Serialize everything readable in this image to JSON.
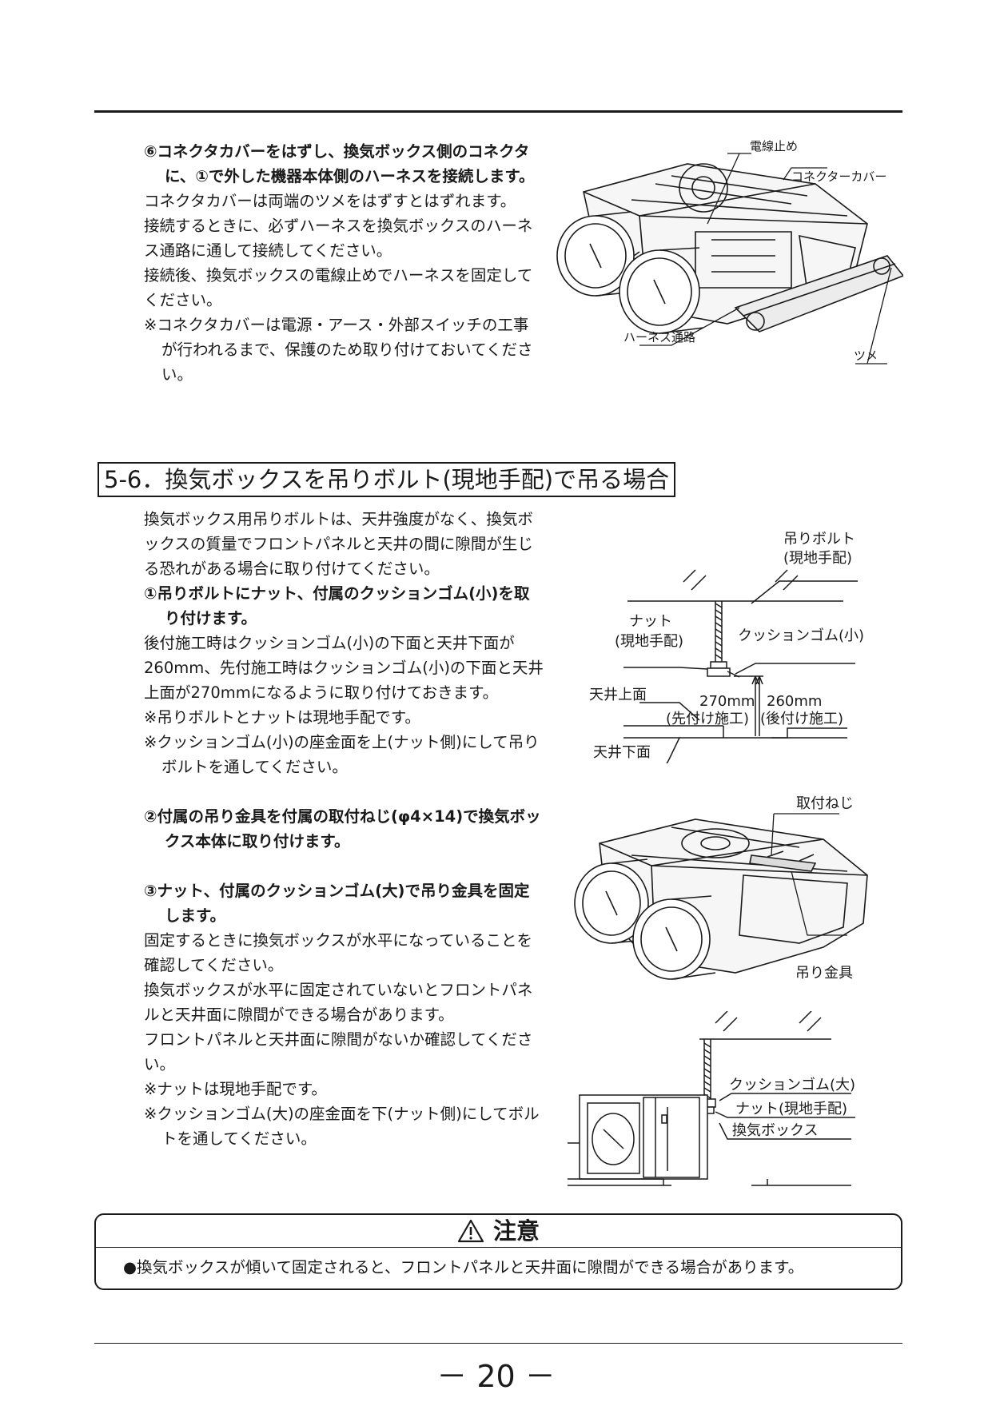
{
  "step6": {
    "head": "⑥コネクタカバーをはずし、換気ボックス側のコネクタに、①で外した機器本体側のハーネスを接続します。",
    "p1": "コネクタカバーは両端のツメをはずすとはずれます。",
    "p2": "接続するときに、必ずハーネスを換気ボックスのハーネス通路に通して接続してください。",
    "p3": "接続後、換気ボックスの電線止めでハーネスを固定してください。",
    "note": "※コネクタカバーは電源・アース・外部スイッチの工事が行われるまで、保護のため取り付けておいてください。"
  },
  "fig1": {
    "label_wire_stop": "電線止め",
    "label_connector_cover": "コネクターカバー",
    "label_harness_path": "ハーネス通路",
    "label_tab": "ツメ"
  },
  "section": {
    "title": "5-6．換気ボックスを吊りボルト(現地手配)で吊る場合"
  },
  "intro": "換気ボックス用吊りボルトは、天井強度がなく、換気ボックスの質量でフロントパネルと天井の間に隙間が生じる恐れがある場合に取り付けてください。",
  "step1": {
    "head": "①吊りボルトにナット、付属のクッションゴム(小)を取り付けます。",
    "p1": "後付施工時はクッションゴム(小)の下面と天井下面が260mm、先付施工時はクッションゴム(小)の下面と天井上面が270mmになるように取り付けておきます。",
    "note1": "※吊りボルトとナットは現地手配です。",
    "note2": "※クッションゴム(小)の座金面を上(ナット側)にして吊りボルトを通してください。"
  },
  "fig2": {
    "bolt1": "吊りボルト",
    "bolt2": "(現地手配)",
    "nut1": "ナット",
    "nut2": "(現地手配)",
    "cushion_small": "クッションゴム(小)",
    "ceiling_top": "天井上面",
    "ceiling_bottom": "天井下面",
    "dim_270": "270mm",
    "dim_270_sub": "(先付け施工)",
    "dim_260": "260mm",
    "dim_260_sub": "(後付け施工)"
  },
  "step2": {
    "head": "②付属の吊り金具を付属の取付ねじ(φ4×14)で換気ボックス本体に取り付けます。"
  },
  "fig3": {
    "screw": "取付ねじ",
    "bracket": "吊り金具"
  },
  "step3": {
    "head": "③ナット、付属のクッションゴム(大)で吊り金具を固定します。",
    "p1": "固定するときに換気ボックスが水平になっていることを確認してください。",
    "p2": "換気ボックスが水平に固定されていないとフロントパネルと天井面に隙間ができる場合があります。",
    "p3": "フロントパネルと天井面に隙間がないか確認してください。",
    "note1": "※ナットは現地手配です。",
    "note2": "※クッションゴム(大)の座金面を下(ナット側)にしてボルトを通してください。"
  },
  "fig4": {
    "cushion_large": "クッションゴム(大)",
    "nut": "ナット(現地手配)",
    "box": "換気ボックス"
  },
  "caution": {
    "title": "注意",
    "body": "●換気ボックスが傾いて固定されると、フロントパネルと天井面に隙間ができる場合があります。"
  },
  "page_number": "－ 20 －"
}
